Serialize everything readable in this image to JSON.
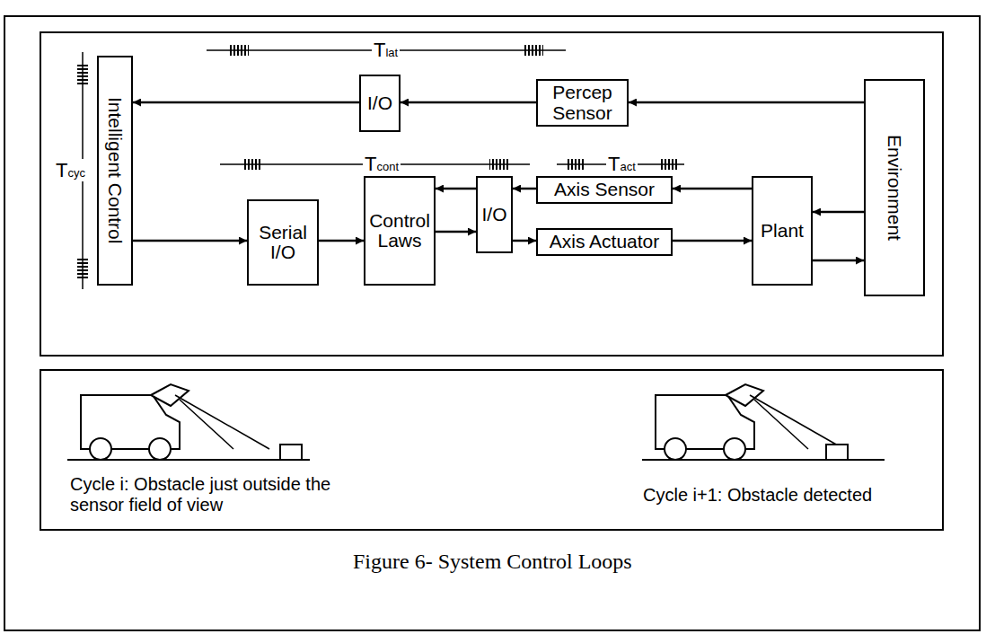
{
  "diagram": {
    "caption": "Figure 6- System Control Loops",
    "nodes": [
      {
        "text": [
          "Intelligent Control"
        ]
      },
      {
        "text": [
          "I/O"
        ]
      },
      {
        "text": [
          "Percep Sensor"
        ]
      },
      {
        "text": [
          "Environment"
        ]
      },
      {
        "text": [
          "Serial I/O"
        ]
      },
      {
        "text": [
          "Control Laws"
        ]
      },
      {
        "text": [
          "I/O"
        ]
      },
      {
        "text": [
          "Axis Sensor"
        ]
      },
      {
        "text": [
          "Axis Actuator"
        ]
      },
      {
        "text": [
          "Plant"
        ]
      }
    ],
    "edges": [
      {
        "from": 3,
        "to": 2,
        "arrow": "to"
      },
      {
        "from": 2,
        "to": 1,
        "arrow": "to"
      },
      {
        "from": 1,
        "to": 0,
        "arrow": "to"
      },
      {
        "from": 0,
        "to": 4,
        "arrow": "to"
      },
      {
        "from": 4,
        "to": 5,
        "arrow": "to"
      },
      {
        "from": 5,
        "to": 6,
        "arrow": "to"
      },
      {
        "from": 6,
        "to": 5,
        "arrow": "to"
      },
      {
        "from": 7,
        "to": 6,
        "arrow": "to"
      },
      {
        "from": 6,
        "to": 8,
        "arrow": "to"
      },
      {
        "from": 8,
        "to": 9,
        "arrow": "to"
      },
      {
        "from": 9,
        "to": 7,
        "arrow": "to"
      },
      {
        "from": 3,
        "to": 9,
        "arrow": "to"
      },
      {
        "from": 9,
        "to": 3,
        "arrow": "to"
      }
    ],
    "labels": [
      "Tlat",
      "Tcyc",
      "Tcont",
      "Tact",
      "Cycle i: Obstacle just outside the sensor field of view",
      "Cycle i+1: Obstacle detected"
    ]
  }
}
